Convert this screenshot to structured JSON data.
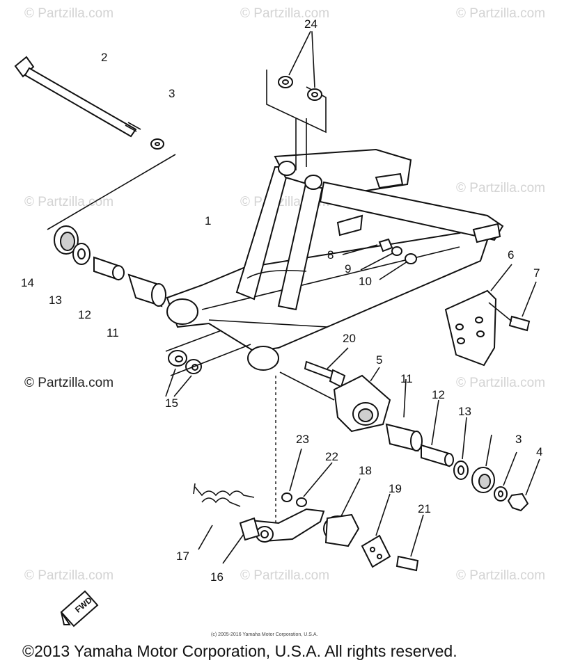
{
  "watermark": "© Partzilla.com",
  "callouts": [
    "1",
    "2",
    "3",
    "4",
    "5",
    "6",
    "7",
    "8",
    "9",
    "10",
    "11",
    "12",
    "13",
    "14",
    "15",
    "16",
    "17",
    "18",
    "19",
    "20",
    "21",
    "22",
    "23",
    "24"
  ],
  "extra_labels": {
    "left_13": "13",
    "left_12": "12",
    "left_11": "11",
    "right_3": "3"
  },
  "fwd_label": "FWD",
  "fine_print": "(c) 2005-2016 Yamaha Motor Corporation, U.S.A.",
  "copyright": "©2013 Yamaha Motor Corporation, U.S.A. All rights reserved."
}
